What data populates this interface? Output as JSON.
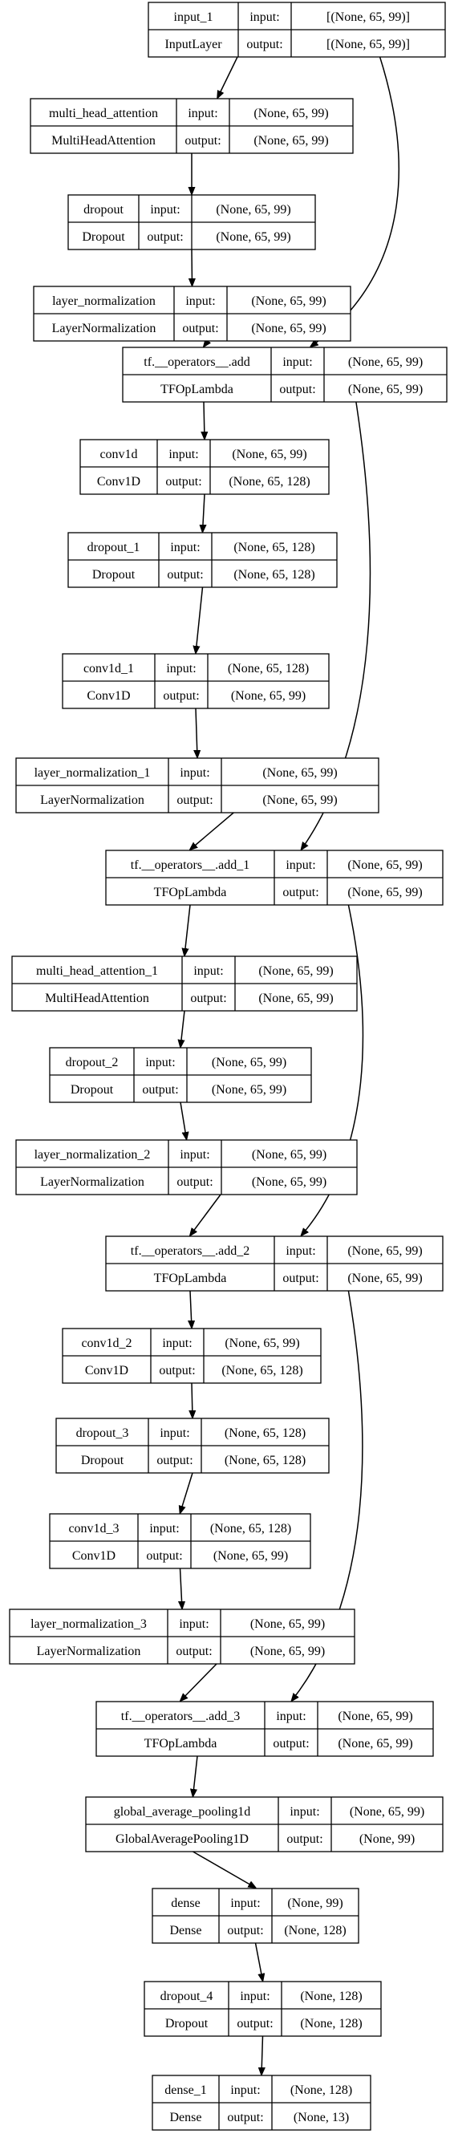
{
  "headers": {
    "input": "input:",
    "output": "output:"
  },
  "nodes": [
    {
      "id": "input_1",
      "name": "input_1",
      "type": "InputLayer",
      "input": "[(None, 65, 99)]",
      "output": "[(None, 65, 99)]"
    },
    {
      "id": "mha",
      "name": "multi_head_attention",
      "type": "MultiHeadAttention",
      "input": "(None, 65, 99)",
      "output": "(None, 65, 99)"
    },
    {
      "id": "dropout",
      "name": "dropout",
      "type": "Dropout",
      "input": "(None, 65, 99)",
      "output": "(None, 65, 99)"
    },
    {
      "id": "ln",
      "name": "layer_normalization",
      "type": "LayerNormalization",
      "input": "(None, 65, 99)",
      "output": "(None, 65, 99)"
    },
    {
      "id": "add",
      "name": "tf.__operators__.add",
      "type": "TFOpLambda",
      "input": "(None, 65, 99)",
      "output": "(None, 65, 99)"
    },
    {
      "id": "conv1d",
      "name": "conv1d",
      "type": "Conv1D",
      "input": "(None, 65, 99)",
      "output": "(None, 65, 128)"
    },
    {
      "id": "dropout_1",
      "name": "dropout_1",
      "type": "Dropout",
      "input": "(None, 65, 128)",
      "output": "(None, 65, 128)"
    },
    {
      "id": "conv1d_1",
      "name": "conv1d_1",
      "type": "Conv1D",
      "input": "(None, 65, 128)",
      "output": "(None, 65, 99)"
    },
    {
      "id": "ln_1",
      "name": "layer_normalization_1",
      "type": "LayerNormalization",
      "input": "(None, 65, 99)",
      "output": "(None, 65, 99)"
    },
    {
      "id": "add_1",
      "name": "tf.__operators__.add_1",
      "type": "TFOpLambda",
      "input": "(None, 65, 99)",
      "output": "(None, 65, 99)"
    },
    {
      "id": "mha_1",
      "name": "multi_head_attention_1",
      "type": "MultiHeadAttention",
      "input": "(None, 65, 99)",
      "output": "(None, 65, 99)"
    },
    {
      "id": "dropout_2",
      "name": "dropout_2",
      "type": "Dropout",
      "input": "(None, 65, 99)",
      "output": "(None, 65, 99)"
    },
    {
      "id": "ln_2",
      "name": "layer_normalization_2",
      "type": "LayerNormalization",
      "input": "(None, 65, 99)",
      "output": "(None, 65, 99)"
    },
    {
      "id": "add_2",
      "name": "tf.__operators__.add_2",
      "type": "TFOpLambda",
      "input": "(None, 65, 99)",
      "output": "(None, 65, 99)"
    },
    {
      "id": "conv1d_2",
      "name": "conv1d_2",
      "type": "Conv1D",
      "input": "(None, 65, 99)",
      "output": "(None, 65, 128)"
    },
    {
      "id": "dropout_3",
      "name": "dropout_3",
      "type": "Dropout",
      "input": "(None, 65, 128)",
      "output": "(None, 65, 128)"
    },
    {
      "id": "conv1d_3",
      "name": "conv1d_3",
      "type": "Conv1D",
      "input": "(None, 65, 128)",
      "output": "(None, 65, 99)"
    },
    {
      "id": "ln_3",
      "name": "layer_normalization_3",
      "type": "LayerNormalization",
      "input": "(None, 65, 99)",
      "output": "(None, 65, 99)"
    },
    {
      "id": "add_3",
      "name": "tf.__operators__.add_3",
      "type": "TFOpLambda",
      "input": "(None, 65, 99)",
      "output": "(None, 65, 99)"
    },
    {
      "id": "gap",
      "name": "global_average_pooling1d",
      "type": "GlobalAveragePooling1D",
      "input": "(None, 65, 99)",
      "output": "(None, 99)"
    },
    {
      "id": "dense",
      "name": "dense",
      "type": "Dense",
      "input": "(None, 99)",
      "output": "(None, 128)"
    },
    {
      "id": "dropout_4",
      "name": "dropout_4",
      "type": "Dropout",
      "input": "(None, 128)",
      "output": "(None, 128)"
    },
    {
      "id": "dense_1",
      "name": "dense_1",
      "type": "Dense",
      "input": "(None, 128)",
      "output": "(None, 13)"
    }
  ],
  "edges": [
    {
      "from": "input_1",
      "to": "mha"
    },
    {
      "from": "input_1",
      "to": "add"
    },
    {
      "from": "mha",
      "to": "dropout"
    },
    {
      "from": "dropout",
      "to": "ln"
    },
    {
      "from": "ln",
      "to": "add"
    },
    {
      "from": "add",
      "to": "conv1d"
    },
    {
      "from": "add",
      "to": "add_1"
    },
    {
      "from": "conv1d",
      "to": "dropout_1"
    },
    {
      "from": "dropout_1",
      "to": "conv1d_1"
    },
    {
      "from": "conv1d_1",
      "to": "ln_1"
    },
    {
      "from": "ln_1",
      "to": "add_1"
    },
    {
      "from": "add_1",
      "to": "mha_1"
    },
    {
      "from": "add_1",
      "to": "add_2"
    },
    {
      "from": "mha_1",
      "to": "dropout_2"
    },
    {
      "from": "dropout_2",
      "to": "ln_2"
    },
    {
      "from": "ln_2",
      "to": "add_2"
    },
    {
      "from": "add_2",
      "to": "conv1d_2"
    },
    {
      "from": "add_2",
      "to": "add_3"
    },
    {
      "from": "conv1d_2",
      "to": "dropout_3"
    },
    {
      "from": "dropout_3",
      "to": "conv1d_3"
    },
    {
      "from": "conv1d_3",
      "to": "ln_3"
    },
    {
      "from": "ln_3",
      "to": "add_3"
    },
    {
      "from": "add_3",
      "to": "gap"
    },
    {
      "from": "gap",
      "to": "dense"
    },
    {
      "from": "dense",
      "to": "dropout_4"
    },
    {
      "from": "dropout_4",
      "to": "dense_1"
    }
  ]
}
